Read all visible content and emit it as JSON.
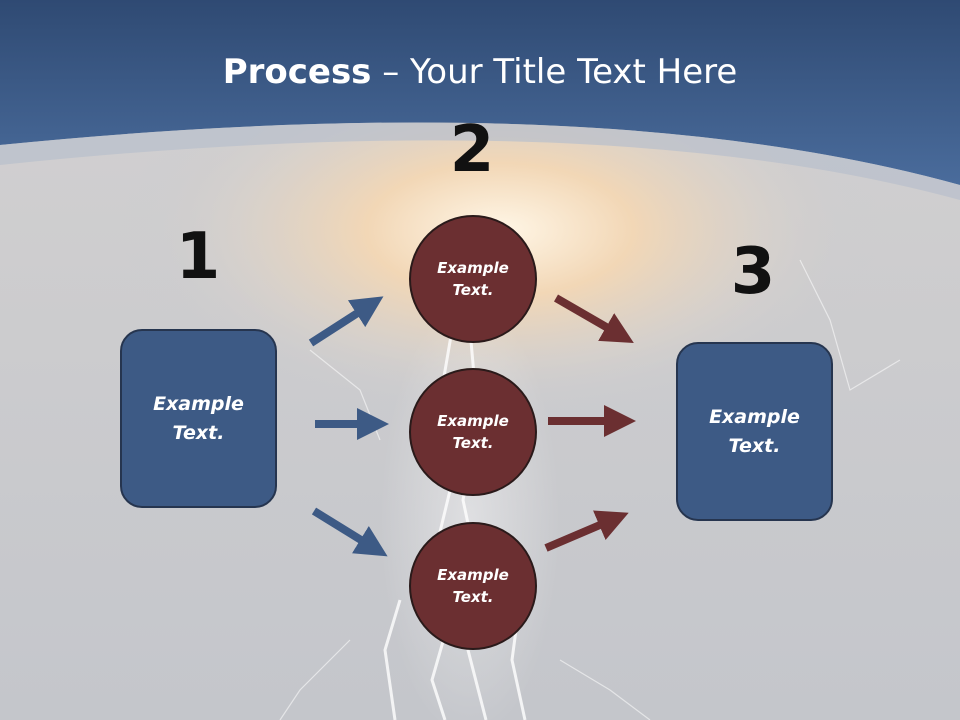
{
  "title": {
    "bold": "Process",
    "rest": " – Your Title Text Here"
  },
  "steps": [
    {
      "number": "1",
      "label": "Example Text."
    },
    {
      "number": "2",
      "labels": [
        "Example Text.",
        "Example Text.",
        "Example Text."
      ]
    },
    {
      "number": "3",
      "label": "Example Text."
    }
  ],
  "colors": {
    "header": "#3f5f8d",
    "box": "#3d5a85",
    "circle": "#6b2f31",
    "arrow_blue": "#3d5a85",
    "arrow_red": "#6b2f31"
  }
}
